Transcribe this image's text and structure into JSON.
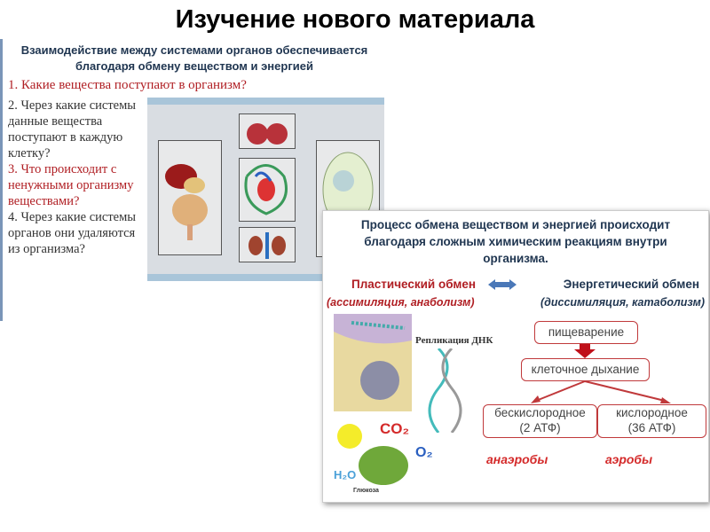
{
  "title": "Изучение нового материала",
  "panel1": {
    "heading_line1": "Взаимодействие между системами органов обеспечивается",
    "heading_line2": "благодаря обмену веществом и энергией",
    "question1": "1.   Какие вещества поступают в организм?",
    "question2": "2. Через какие системы данные вещества поступают в каждую клетку?",
    "question3": "3. Что происходит с ненужными организму веществами?",
    "question4": "4. Через какие системы органов они удаляются из организма?"
  },
  "panel2": {
    "heading_line1": "Процесс обмена веществом и энергией происходит",
    "heading_line2": "благодаря сложным химическим реакциям внутри",
    "heading_line3": "организма.",
    "plastic": "Пластический обмен",
    "energy": "Энергетический обмен",
    "plastic_sub": "(ассимиляция, анаболизм)",
    "energy_sub": "(диссимиляция, катаболизм)",
    "dna_label": "Репликация ДНК",
    "co2": "CO₂",
    "o2": "O₂",
    "h2o": "H₂O",
    "glucose": "Глюкоза",
    "flow": {
      "digestion": "пищеварение",
      "respiration": "клеточное дыхание",
      "anaerobic": "бескислородное",
      "anaerobic_atp": "(2 АТФ)",
      "aerobic": "кислородное",
      "aerobic_atp": "(36 АТФ)",
      "anaerobes": "анаэробы",
      "aerobes": "аэробы"
    }
  }
}
